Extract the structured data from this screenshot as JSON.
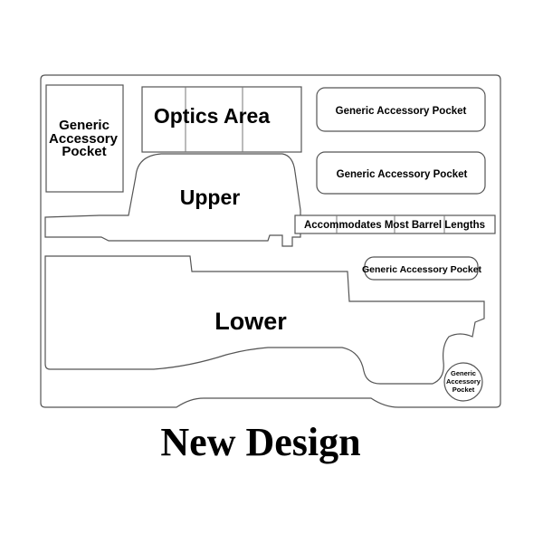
{
  "labels": {
    "pocket_left": [
      "Generic",
      "Accessory",
      "Pocket"
    ],
    "optics": "Optics Area",
    "pocket_top_right": "Generic Accessory Pocket",
    "pocket_mid_right": "Generic Accessory Pocket",
    "upper": "Upper",
    "barrel": "Accommodates Most Barrel Lengths",
    "pocket_small": "Generic Accessory Pocket",
    "lower": "Lower",
    "pocket_round": [
      "Generic",
      "Accessory",
      "Pocket"
    ]
  },
  "caption": "New Design"
}
